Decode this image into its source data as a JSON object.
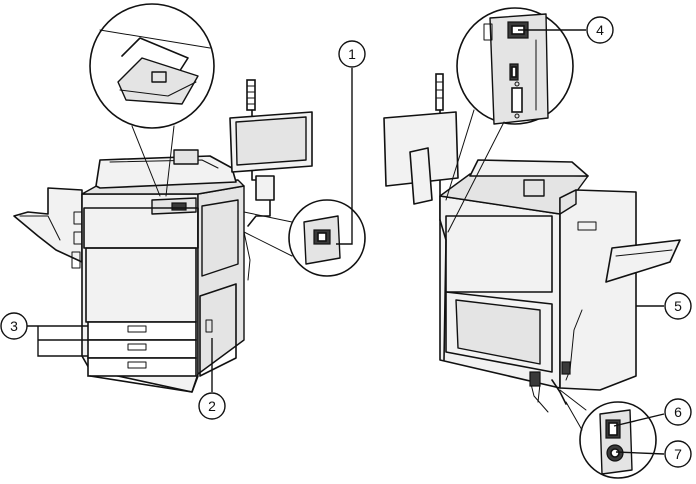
{
  "callouts": [
    {
      "id": "1",
      "label": "1"
    },
    {
      "id": "2",
      "label": "2"
    },
    {
      "id": "3",
      "label": "3"
    },
    {
      "id": "4",
      "label": "4"
    },
    {
      "id": "5",
      "label": "5"
    },
    {
      "id": "6",
      "label": "6"
    },
    {
      "id": "7",
      "label": "7"
    }
  ],
  "colors": {
    "line": "#111111",
    "body": "#f2f2f2",
    "panel": "#e4e4e4",
    "background": "#ffffff"
  }
}
